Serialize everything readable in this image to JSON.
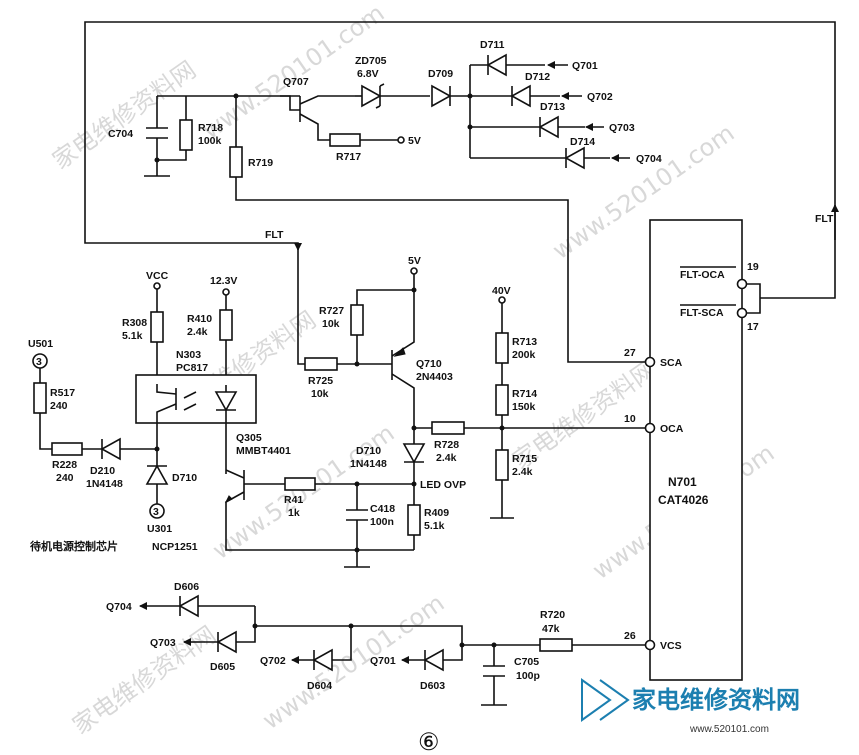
{
  "watermark": {
    "text": "家电维修资料网",
    "url": "www.520101.com"
  },
  "logo": {
    "text": "家电维修资料网",
    "sub": "www.520101.com"
  },
  "page_number": "⑥",
  "ic": {
    "ref": "N701",
    "part": "CAT4026"
  },
  "pins": {
    "p19": "19",
    "p17": "17",
    "p27": "27",
    "p10": "10",
    "p26": "26",
    "flt_oca": "FLT-OCA",
    "flt_sca": "FLT-SCA",
    "sca": "SCA",
    "oca": "OCA",
    "vcs": "VCS"
  },
  "nets": {
    "flt_right": "FLT",
    "flt_left": "FLT",
    "vcc": "VCC",
    "v123": "12.3V",
    "v5_top": "5V",
    "v5_mid": "5V",
    "v40": "40V",
    "led_ovp": "LED OVP"
  },
  "components": {
    "c704": "C704",
    "r718": "R718",
    "r718_v": "100k",
    "r719": "R719",
    "q707": "Q707",
    "r717": "R717",
    "zd705": "ZD705",
    "zd705_v": "6.8V",
    "d709": "D709",
    "d711": "D711",
    "d712": "D712",
    "d713": "D713",
    "d714": "D714",
    "q701_top": "Q701",
    "q702_top": "Q702",
    "q703_top": "Q703",
    "q704_top": "Q704",
    "r727": "R727",
    "r727_v": "10k",
    "r725": "R725",
    "r725_v": "10k",
    "q710": "Q710",
    "q710_v": "2N4403",
    "d710b": "D710",
    "d710b_v": "1N4148",
    "r728": "R728",
    "r728_v": "2.4k",
    "r713": "R713",
    "r713_v": "200k",
    "r714": "R714",
    "r714_v": "150k",
    "r715": "R715",
    "r715_v": "2.4k",
    "u501": "U501",
    "u501_pin": "3",
    "r517": "R517",
    "r517_v": "240",
    "r228": "R228",
    "r228_v": "240",
    "d210": "D210",
    "d210_v": "1N4148",
    "d710a": "D710",
    "u301": "U301",
    "u301_pin": "3",
    "u301_desc": "待机电源控制芯片",
    "u301_part": "NCP1251",
    "r308": "R308",
    "r308_v": "5.1k",
    "r410": "R410",
    "r410_v": "2.4k",
    "n303": "N303",
    "n303_v": "PC817",
    "q305": "Q305",
    "q305_v": "MMBT4401",
    "r41": "R41",
    "r41_v": "1k",
    "c418": "C418",
    "c418_v": "100n",
    "r409": "R409",
    "r409_v": "5.1k",
    "d606": "D606",
    "d605": "D605",
    "d604": "D604",
    "d603": "D603",
    "q704_bot": "Q704",
    "q703_bot": "Q703",
    "q702_bot": "Q702",
    "q701_bot": "Q701",
    "r720": "R720",
    "r720_v": "47k",
    "c705": "C705",
    "c705_v": "100p"
  }
}
